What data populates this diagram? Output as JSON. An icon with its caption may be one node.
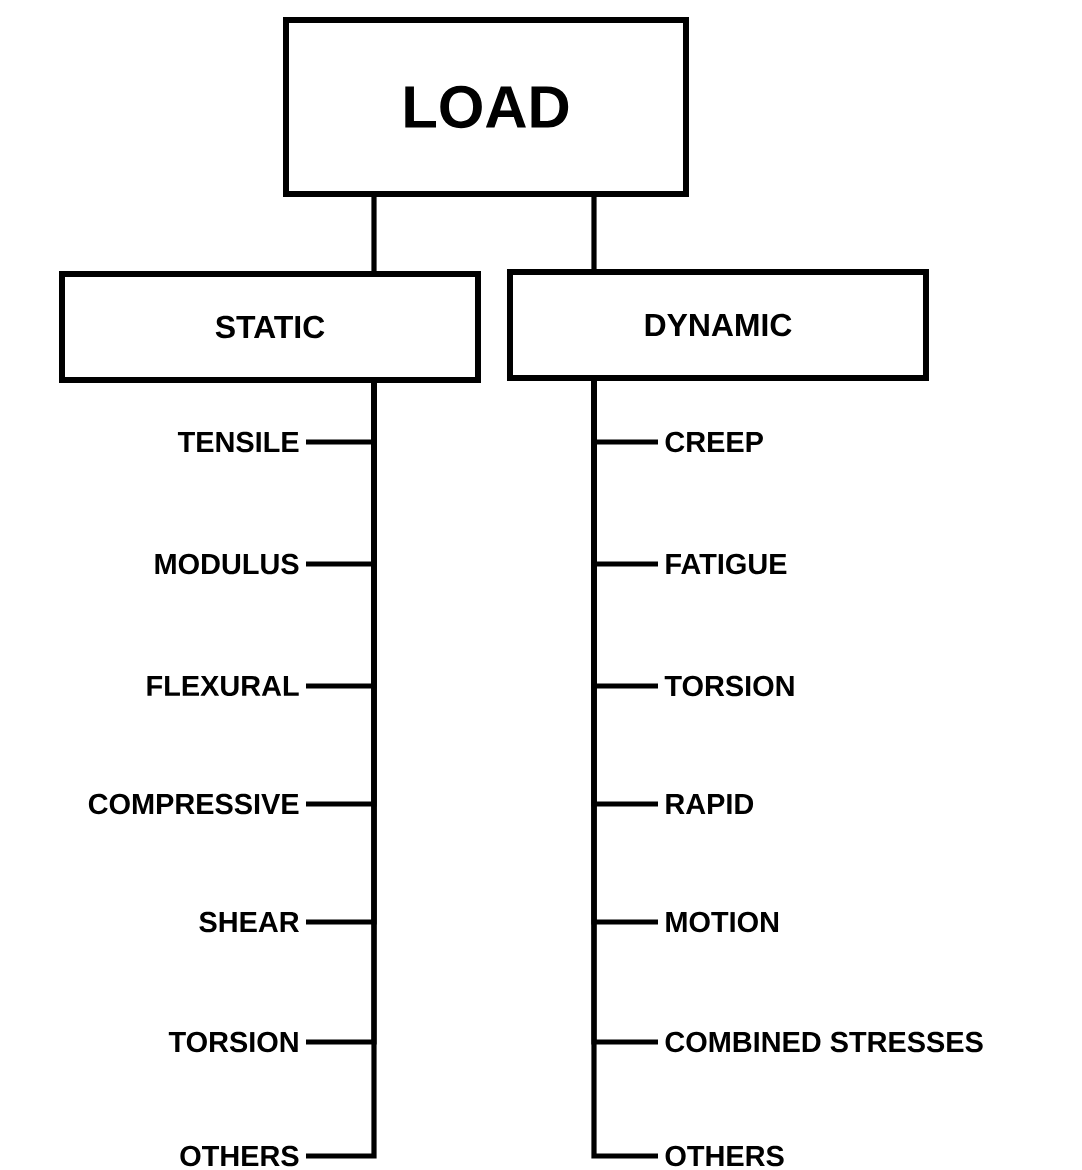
{
  "diagram": {
    "nodes": [
      {
        "text": [
          "LOAD"
        ]
      },
      {
        "text": [
          "STATIC"
        ]
      },
      {
        "text": [
          "DYNAMIC"
        ]
      },
      {
        "text": [
          "TENSILE"
        ]
      },
      {
        "text": [
          "MODULUS"
        ]
      },
      {
        "text": [
          "FLEXURAL"
        ]
      },
      {
        "text": [
          "COMPRESSIVE"
        ]
      },
      {
        "text": [
          "SHEAR"
        ]
      },
      {
        "text": [
          "TORSION"
        ]
      },
      {
        "text": [
          "OTHERS"
        ]
      },
      {
        "text": [
          "CREEP"
        ]
      },
      {
        "text": [
          "FATIGUE"
        ]
      },
      {
        "text": [
          "TORSION"
        ]
      },
      {
        "text": [
          "RAPID"
        ]
      },
      {
        "text": [
          "MOTION"
        ]
      },
      {
        "text": [
          "COMBINED STRESSES"
        ]
      },
      {
        "text": [
          "OTHERS"
        ]
      }
    ],
    "edges": [
      {
        "from": 0,
        "to": 1,
        "arrow": "none"
      },
      {
        "from": 0,
        "to": 2,
        "arrow": "none"
      },
      {
        "from": 1,
        "to": 3,
        "arrow": "none"
      },
      {
        "from": 1,
        "to": 4,
        "arrow": "none"
      },
      {
        "from": 1,
        "to": 5,
        "arrow": "none"
      },
      {
        "from": 1,
        "to": 6,
        "arrow": "none"
      },
      {
        "from": 1,
        "to": 7,
        "arrow": "none"
      },
      {
        "from": 1,
        "to": 8,
        "arrow": "none"
      },
      {
        "from": 1,
        "to": 9,
        "arrow": "none"
      },
      {
        "from": 2,
        "to": 10,
        "arrow": "none"
      },
      {
        "from": 2,
        "to": 11,
        "arrow": "none"
      },
      {
        "from": 2,
        "to": 12,
        "arrow": "none"
      },
      {
        "from": 2,
        "to": 13,
        "arrow": "none"
      },
      {
        "from": 2,
        "to": 14,
        "arrow": "none"
      },
      {
        "from": 2,
        "to": 15,
        "arrow": "none"
      },
      {
        "from": 2,
        "to": 16,
        "arrow": "none"
      }
    ]
  }
}
